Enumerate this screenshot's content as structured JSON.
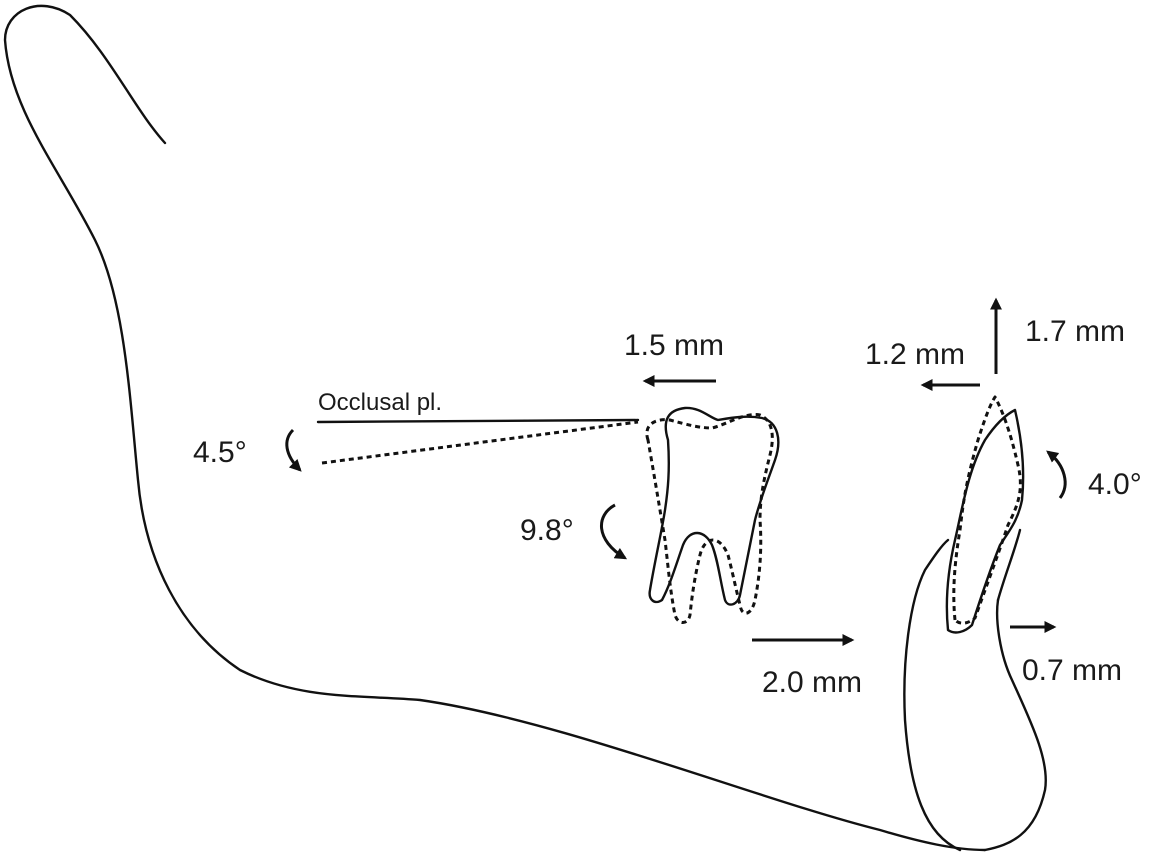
{
  "labels": {
    "occlusal_plane": "Occlusal pl.",
    "occlusal_rotation": "4.5°",
    "molar_translation": "1.5 mm",
    "molar_rotation": "9.8°",
    "molar_root_translation": "2.0 mm",
    "incisor_horizontal": "1.2 mm",
    "incisor_vertical": "1.7 mm",
    "incisor_rotation": "4.0°",
    "incisor_root_translation": "0.7 mm"
  },
  "colors": {
    "line": "#111111",
    "text": "#1a1a1a",
    "background": "#ffffff"
  }
}
